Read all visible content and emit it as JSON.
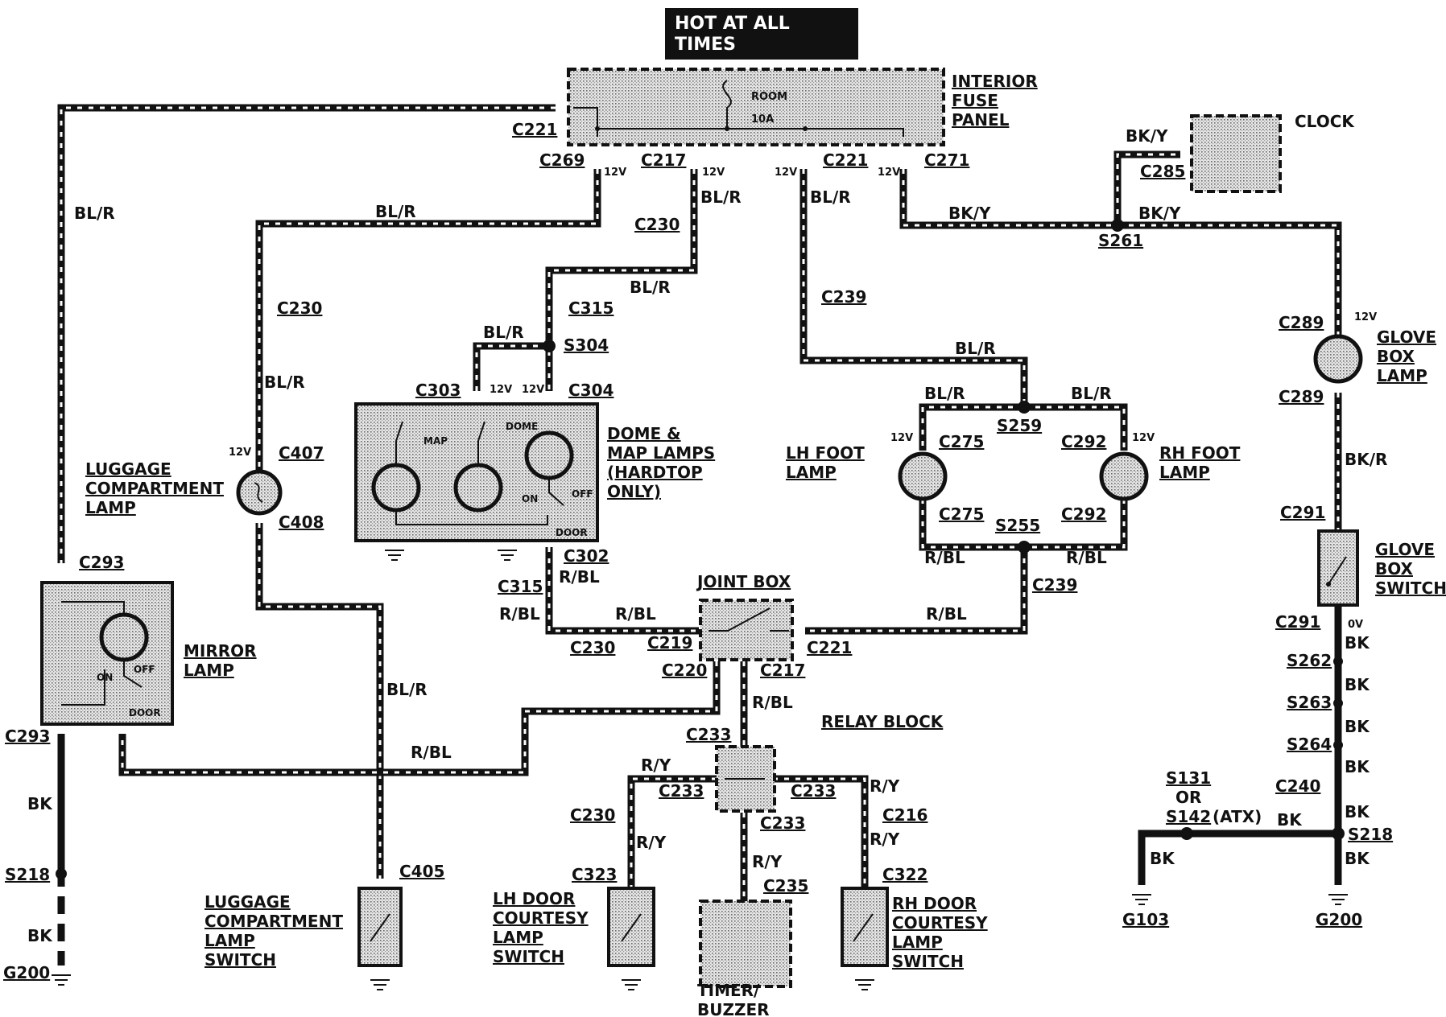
{
  "header": {
    "line1": "HOT AT ALL",
    "line2": "TIMES"
  },
  "fuse_panel": {
    "label1": "INTERIOR",
    "label2": "FUSE",
    "label3": "PANEL",
    "fuse_name": "ROOM",
    "fuse_rating": "10A"
  },
  "clock": {
    "label": "CLOCK"
  },
  "connectors": {
    "c221": "C221",
    "c269": "C269",
    "c217": "C217",
    "c271": "C271",
    "c285": "C285",
    "s261": "S261",
    "c230": "C230",
    "c315": "C315",
    "s304": "S304",
    "c239": "C239",
    "c303": "C303",
    "c304": "C304",
    "c289": "C289",
    "s259": "S259",
    "c275": "C275",
    "c292": "C292",
    "s255": "S255",
    "c407": "C407",
    "c408": "C408",
    "c293": "C293",
    "c302": "C302",
    "c219": "C219",
    "c220": "C220",
    "c291": "C291",
    "s262": "S262",
    "s263": "S263",
    "s264": "S264",
    "c240": "C240",
    "s131": "S131",
    "or": "OR",
    "s142": "S142",
    "atx": "(ATX)",
    "s218": "S218",
    "g103": "G103",
    "g200": "G200",
    "c233": "C233",
    "c216": "C216",
    "c235": "C235",
    "c323": "C323",
    "c322": "C322",
    "c405": "C405"
  },
  "wires": {
    "blr": "BL/R",
    "bky": "BK/Y",
    "rbl": "R/BL",
    "bkr": "BK/R",
    "bk": "BK",
    "ry": "R/Y"
  },
  "voltages": {
    "v12": "12V",
    "v0": "0V"
  },
  "components": {
    "dome1": "DOME &",
    "dome2": "MAP LAMPS",
    "dome3": "(HARDTOP",
    "dome4": "ONLY)",
    "map": "MAP",
    "dome": "DOME",
    "off": "OFF",
    "on": "ON",
    "door": "DOOR",
    "lhfoot1": "LH FOOT",
    "lhfoot2": "LAMP",
    "rhfoot1": "RH FOOT",
    "rhfoot2": "LAMP",
    "lug1": "LUGGAGE",
    "lug2": "COMPARTMENT",
    "lug3": "LAMP",
    "glove1": "GLOVE",
    "glove2": "BOX",
    "glove3": "LAMP",
    "glovesw1": "GLOVE",
    "glovesw2": "BOX",
    "glovesw3": "SWITCH",
    "mirror1": "MIRROR",
    "mirror2": "LAMP",
    "joint": "JOINT BOX",
    "relay": "RELAY BLOCK",
    "lugsw1": "LUGGAGE",
    "lugsw2": "COMPARTMENT",
    "lugsw3": "LAMP",
    "lugsw4": "SWITCH",
    "lhdoor1": "LH DOOR",
    "lhdoor2": "COURTESY",
    "lhdoor3": "LAMP",
    "lhdoor4": "SWITCH",
    "rhdoor1": "RH DOOR",
    "rhdoor2": "COURTESY",
    "rhdoor3": "LAMP",
    "rhdoor4": "SWITCH",
    "timer1": "TIMER/",
    "timer2": "BUZZER"
  }
}
